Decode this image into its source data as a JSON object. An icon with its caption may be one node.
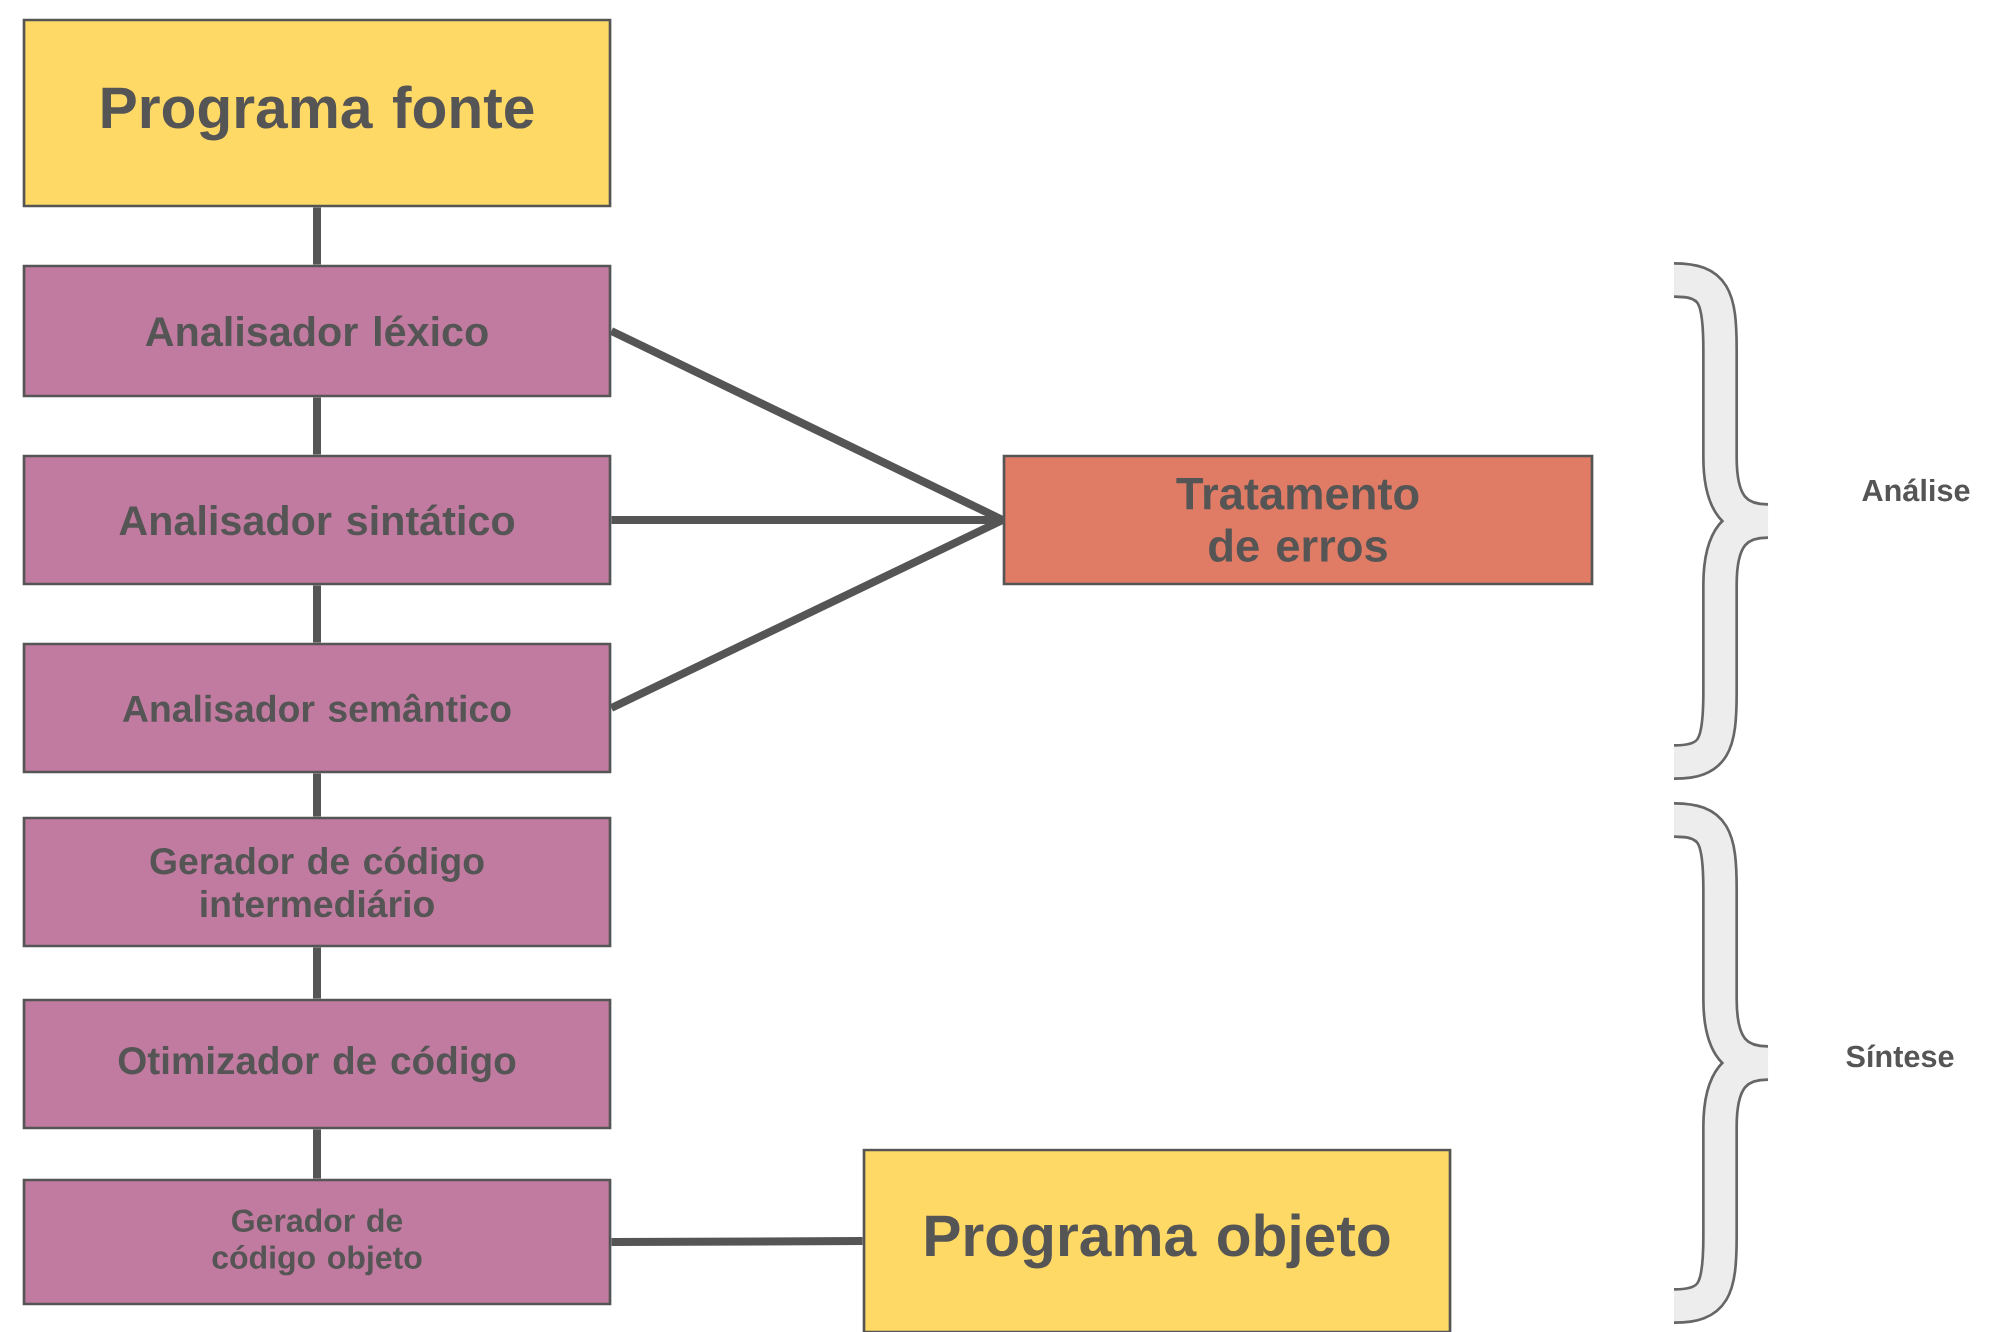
{
  "diagram": {
    "nodes": [
      {
        "text": [
          "Programa fonte"
        ]
      },
      {
        "text": [
          "Analisador léxico"
        ]
      },
      {
        "text": [
          "Analisador sintático"
        ]
      },
      {
        "text": [
          "Analisador semântico"
        ]
      },
      {
        "text": [
          "Tratamento de erros"
        ]
      },
      {
        "text": [
          "Gerador de código intermediário"
        ]
      },
      {
        "text": [
          "Otimizador de código"
        ]
      },
      {
        "text": [
          "Gerador de código objeto"
        ]
      },
      {
        "text": [
          "Programa objeto"
        ]
      }
    ],
    "edges": [
      {
        "from": 0,
        "to": 1,
        "arrow": "none"
      },
      {
        "from": 1,
        "to": 2,
        "arrow": "none"
      },
      {
        "from": 2,
        "to": 3,
        "arrow": "none"
      },
      {
        "from": 3,
        "to": 5,
        "arrow": "none"
      },
      {
        "from": 5,
        "to": 6,
        "arrow": "none"
      },
      {
        "from": 6,
        "to": 7,
        "arrow": "none"
      },
      {
        "from": 7,
        "to": 8,
        "arrow": "none"
      },
      {
        "from": 1,
        "to": 4,
        "arrow": "none"
      },
      {
        "from": 2,
        "to": 4,
        "arrow": "none"
      },
      {
        "from": 3,
        "to": 4,
        "arrow": "none"
      }
    ],
    "labels": [
      "Análise",
      "Síntese"
    ]
  }
}
